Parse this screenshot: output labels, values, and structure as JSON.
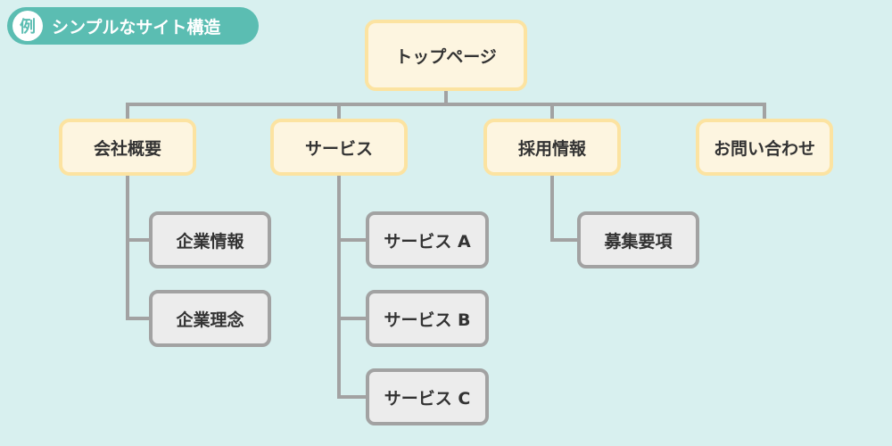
{
  "badge": {
    "mark": "例",
    "label": "シンプルなサイト構造"
  },
  "nodes": {
    "top": "トップページ",
    "company": "会社概要",
    "company_info": "企業情報",
    "company_philosophy": "企業理念",
    "service": "サービス",
    "service_a": "サービス A",
    "service_b": "サービス B",
    "service_c": "サービス C",
    "recruit": "採用情報",
    "recruit_terms": "募集要項",
    "contact": "お問い合わせ"
  },
  "colors": {
    "background": "#d8f0ef",
    "badge": "#5bbdb2",
    "primary_fill": "#fdf5e0",
    "primary_border": "#fce3a1",
    "secondary_fill": "#ececec",
    "secondary_border": "#a2a2a2",
    "connector": "#a2a2a2"
  }
}
